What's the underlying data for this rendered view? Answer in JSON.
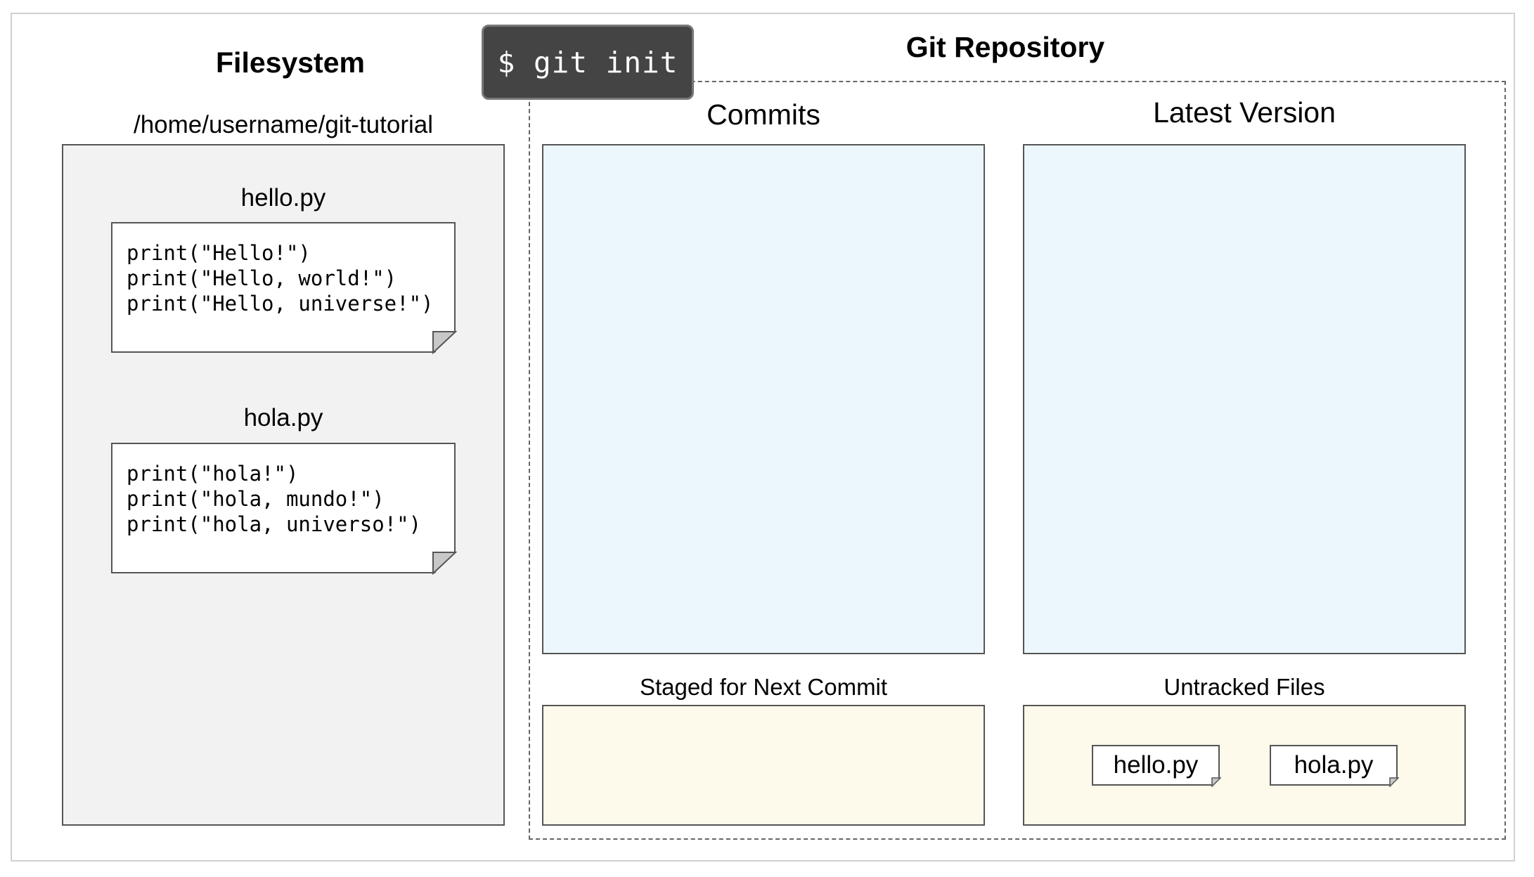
{
  "filesystem": {
    "title": "Filesystem",
    "path": "/home/username/git-tutorial",
    "files": [
      {
        "name": "hello.py",
        "lines": [
          "print(\"Hello!\")",
          "print(\"Hello, world!\")",
          "print(\"Hello, universe!\")"
        ]
      },
      {
        "name": "hola.py",
        "lines": [
          "print(\"hola!\")",
          "print(\"hola, mundo!\")",
          "print(\"hola, universo!\")"
        ]
      }
    ]
  },
  "command": "$ git init",
  "repository": {
    "title": "Git Repository",
    "commits_label": "Commits",
    "latest_label": "Latest Version",
    "staged_label": "Staged for Next Commit",
    "untracked_label": "Untracked Files",
    "untracked_files": [
      "hello.py",
      "hola.py"
    ]
  },
  "colors": {
    "filesystem_bg": "#f2f2f2",
    "commits_bg": "#ebf7fd",
    "staging_bg": "#fdf9eb",
    "command_bg": "#444444"
  }
}
